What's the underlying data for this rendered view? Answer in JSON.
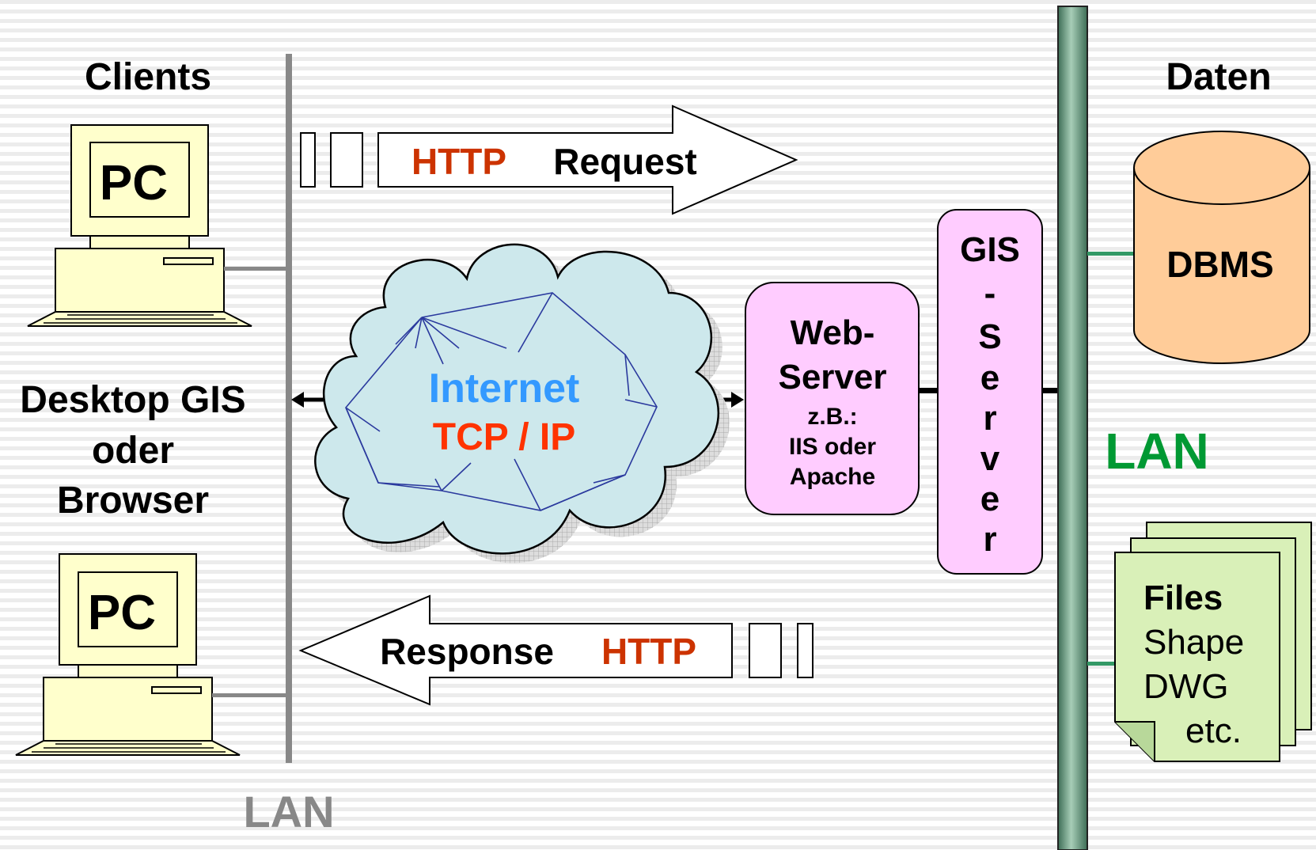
{
  "colors": {
    "http_red": "#cc3300",
    "internet_blue": "#3399ff",
    "lan_green": "#009933",
    "lan_gray": "#888888",
    "cloud_fill": "#cde8ec",
    "server_fill": "#ffccff",
    "dbms_fill": "#ffcc99",
    "files_fill": "#d9f0b8",
    "pc_fill": "#ffffcc"
  },
  "clients": {
    "title": "Clients",
    "pc_label_top": "PC",
    "pc_label_bottom": "PC",
    "desc_line1": "Desktop GIS",
    "desc_line2": "oder",
    "desc_line3": "Browser",
    "lan_label": "LAN"
  },
  "request": {
    "protocol": "HTTP",
    "label": "Request"
  },
  "response": {
    "label": "Response",
    "protocol": "HTTP"
  },
  "internet": {
    "line1": "Internet",
    "line2": "TCP / IP"
  },
  "webserver": {
    "line1": "Web-",
    "line2": "Server",
    "line3": "z.B.:",
    "line4": "IIS oder",
    "line5": "Apache"
  },
  "gis_server": {
    "chars": [
      "GIS",
      "-",
      "S",
      "e",
      "r",
      "v",
      "e",
      "r"
    ]
  },
  "data": {
    "title": "Daten",
    "dbms": "DBMS",
    "lan_label": "LAN",
    "files_line1": "Files",
    "files_line2": "Shape",
    "files_line3": "DWG",
    "files_line4": "etc."
  }
}
